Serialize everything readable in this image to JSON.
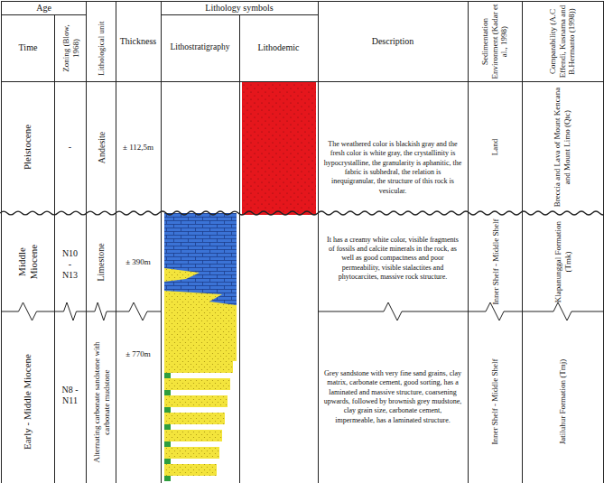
{
  "diagram": {
    "labels": [
      "Age",
      "Lithology symbols",
      "Time",
      "Zoning (Blow, 1968)",
      "Lithological unit",
      "Thickness",
      "Lithostratigraphy",
      "Lithodemic",
      "Description",
      "Sedimentation Environment (Kadar et al., 1998)",
      "Comparability (A.C Effendi, Kusnama and B.Hermanto (1998))",
      "Pleistocene",
      "-",
      "Andesite",
      "± 112,5m",
      "The weathered color is blackish gray and the fresh color is white gray, the crystallinity is hypocrystalline, the granularity is aphanitic, the fabric is subhedral, the relation is inequigranular, the structure of this rock is vesicular.",
      "Land",
      "Breccia and Lava of Mount Kencana and Mount Limo (Qtc)",
      "Middle Miocene",
      "N10 - N13",
      "Limestone",
      "± 390m",
      "It has a creamy white color, visible fragments of fossils and calcite minerals in the rock, as well as good compactness and poor permeability, visible stalactites and phytocarcites, massive rock structure.",
      "Inner Shelf - Middle Shelf",
      "Klapanunggal Formation (Tmk)",
      "Early - Middle Miocene",
      "N8 - N11",
      "Alternating carbonate sandstone with carbonate mudstone",
      "± 770m",
      "Grey sandstone with very fine sand grains, clay matrix, carbonate cement, good sorting, has a laminated and massive structure, coarsening upwards, followed by brownish grey mudstone, clay grain size, carbonate cement, impermeable, has a laminated structure.",
      "Inner Shelf - Middle Shelf",
      "Jatiluhur Formation (Tmj)"
    ]
  }
}
